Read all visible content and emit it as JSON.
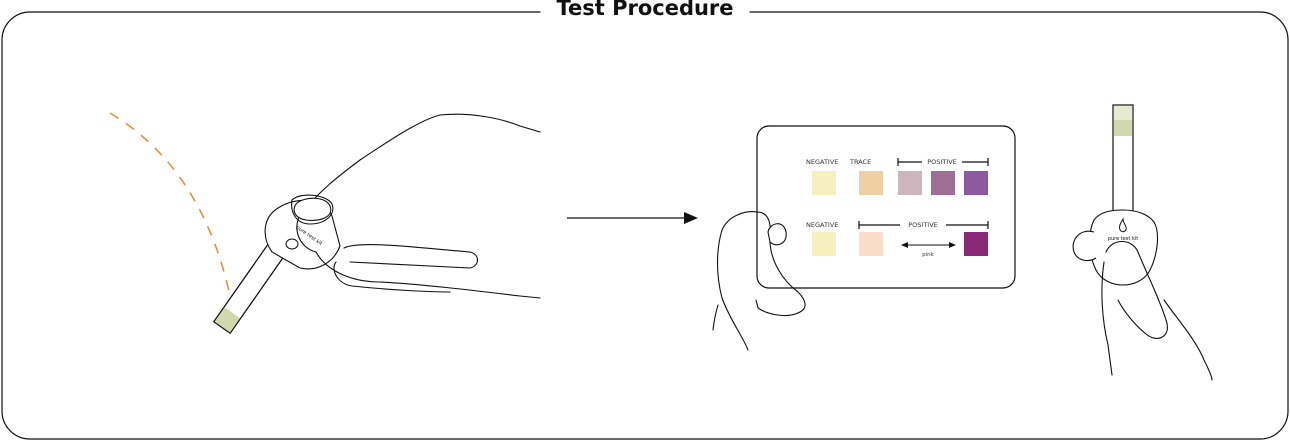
{
  "title": "Test Procedure",
  "chart": {
    "row1": {
      "negative_label": "NEGATIVE",
      "trace_label": "TRACE",
      "positive_label": "POSITIVE",
      "swatches": [
        "#f6efbe",
        "#f0cfa5",
        "#ccb6bb",
        "#9c6f95",
        "#8c5a9e"
      ]
    },
    "row2": {
      "negative_label": "NEGATIVE",
      "positive_label": "POSITIVE",
      "pink_label": "pink",
      "swatches": [
        "#f6efbe",
        "#fbdcc8",
        "#8a2a77"
      ]
    }
  },
  "device": {
    "brand_text": "pure test kit"
  },
  "colors": {
    "line": "#111111",
    "dashed_arc": "#e8913a",
    "strip_pad": "#d3d7ac"
  }
}
